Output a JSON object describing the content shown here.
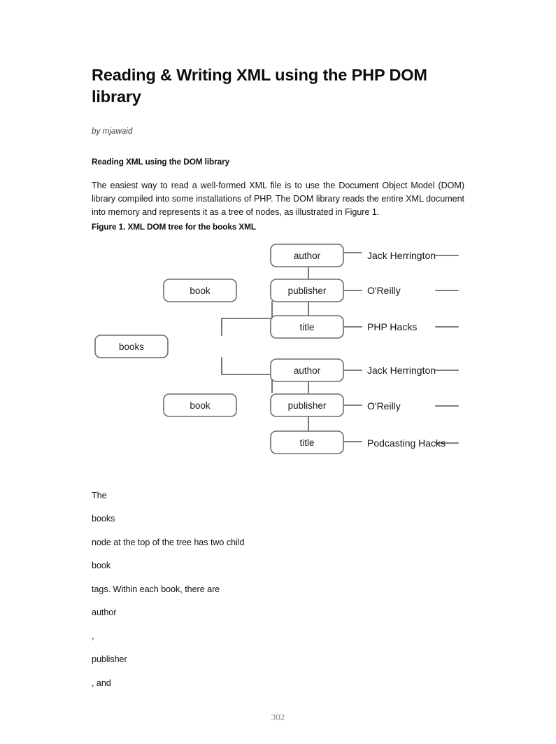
{
  "document": {
    "title": "Reading & Writing XML using the PHP DOM library",
    "byline": "by mjawaid",
    "section_heading": "Reading XML using the DOM library",
    "paragraph": "The easiest way to read a well-formed XML file is to use the Document Object Model (DOM) library compiled into some installations of PHP. The DOM library reads the entire XML document into memory and represents it as a tree of nodes, as illustrated in Figure 1.",
    "figure_caption": "Figure 1. XML DOM tree for the books XML",
    "page_number": "302"
  },
  "figure": {
    "type": "tree-diagram",
    "root": {
      "label": "books"
    },
    "books": [
      {
        "label": "book",
        "children": [
          {
            "label": "author",
            "value": "Jack Herrington"
          },
          {
            "label": "publisher",
            "value": "O'Reilly"
          },
          {
            "label": "title",
            "value": "PHP Hacks"
          }
        ]
      },
      {
        "label": "book",
        "children": [
          {
            "label": "author",
            "value": "Jack Herrington"
          },
          {
            "label": "publisher",
            "value": "O'Reilly"
          },
          {
            "label": "title",
            "value": "Podcasting Hacks"
          }
        ]
      }
    ],
    "colors": {
      "node_border": "#6b6b6b",
      "node_fill": "#ffffff",
      "connector": "#555555",
      "label_text": "#1a1a1a"
    }
  },
  "trailing_text": {
    "lines": [
      "The",
      "books",
      "node at the top of the tree has two child",
      "book",
      "tags. Within each book, there are",
      "author",
      ",",
      "publisher",
      ", and"
    ]
  }
}
